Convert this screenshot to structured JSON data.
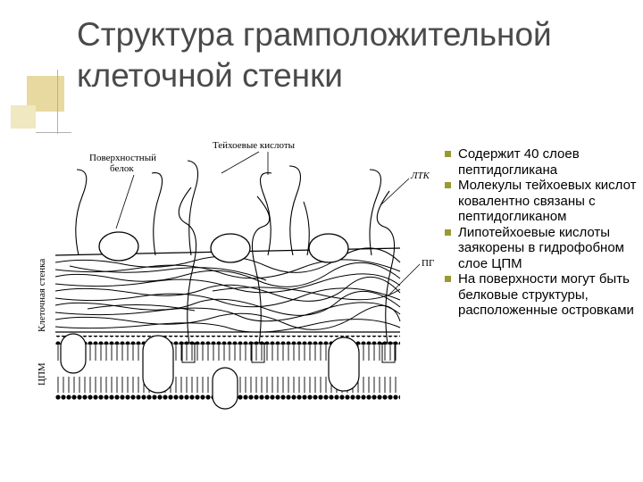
{
  "slide": {
    "title_lines": [
      "Структура грамположительной",
      "клеточной стенки"
    ],
    "bullets": [
      "Содержит 40 слоев пептидогликана",
      "Молекулы тейхоевых кислот ковалентно связаны с пептидогликаном",
      "Липотейхоевые кислоты заякорены в гидрофобном слое ЦПМ",
      "На поверхности могут быть белковые структуры, расположенные островками"
    ]
  },
  "diagram": {
    "labels": {
      "surface_protein_1": "Поверхностный",
      "surface_protein_2": "белок",
      "teichoic_acids": "Тейхоевые кислоты",
      "ltk": "ЛТК",
      "pg": "ПГ",
      "cell_wall": "Клеточная стенка",
      "cpm": "ЦПМ"
    }
  },
  "colors": {
    "title": "#4a4a4a",
    "bullet_mark": "#999933",
    "deco_tan": "#e8d9a0",
    "deco_gray": "#b0b0b0"
  }
}
